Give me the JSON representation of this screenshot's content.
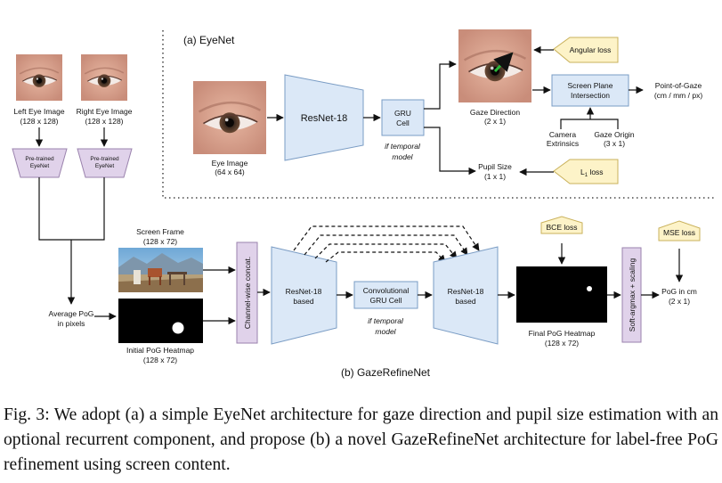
{
  "eyenet": {
    "section_label": "(a) EyeNet",
    "eye_image_label_1": "Eye Image",
    "eye_image_label_2": "(64 x 64)",
    "resnet_label": "ResNet-18",
    "gru_label_1": "GRU",
    "gru_label_2": "Cell",
    "temporal_1": "if temporal",
    "temporal_2": "model",
    "gaze_direction_1": "Gaze Direction",
    "gaze_direction_2": "(2 x 1)",
    "angular_loss": "Angular loss",
    "screen_plane_1": "Screen Plane",
    "screen_plane_2": "Intersection",
    "pog_1": "Point-of-Gaze",
    "pog_2": "(cm / mm / px)",
    "camera_1": "Camera",
    "camera_2": "Extrinsics",
    "gaze_origin_1": "Gaze Origin",
    "gaze_origin_2": "(3 x 1)",
    "pupil_1": "Pupil Size",
    "pupil_2": "(1 x 1)",
    "l1_loss_main": "L",
    "l1_loss_sub": "1",
    "l1_loss_tail": " loss"
  },
  "left_panel": {
    "left_eye_1": "Left Eye Image",
    "left_eye_2": "(128 x 128)",
    "right_eye_1": "Right Eye Image",
    "right_eye_2": "(128 x 128)",
    "pretrained_1": "Pre-trained",
    "pretrained_2": "EyeNet",
    "avg_pog_1": "Average PoG",
    "avg_pog_2": "in pixels"
  },
  "refine": {
    "section_label": "(b) GazeRefineNet",
    "screen_frame_1": "Screen Frame",
    "screen_frame_2": "(128 x 72)",
    "initial_heatmap_1": "Initial PoG Heatmap",
    "initial_heatmap_2": "(128 x 72)",
    "channel_concat": "Channel-wise concat.",
    "resnet_1": "ResNet-18",
    "resnet_2": "based",
    "conv_gru_1": "Convolutional",
    "conv_gru_2": "GRU Cell",
    "temporal_1": "if temporal",
    "temporal_2": "model",
    "bce_loss": "BCE loss",
    "final_heatmap_1": "Final PoG Heatmap",
    "final_heatmap_2": "(128 x 72)",
    "softargmax": "Soft-argmax + scaling",
    "mse_loss": "MSE loss",
    "pog_cm_1": "PoG in cm",
    "pog_cm_2": "(2 x 1)"
  },
  "caption": "Fig. 3: We adopt (a) a simple EyeNet architecture for gaze direction and pupil size estimation with an optional recurrent component, and propose (b) a novel GazeRefineNet architecture for label-free PoG refinement using screen content.",
  "colors": {
    "network_blue": "#dbe8f7",
    "network_border": "#7a9cc4",
    "pretrained_purple": "#e0d2ea",
    "pretrained_border": "#9a82ad",
    "loss_yellow": "#fdf3c8",
    "loss_border": "#c9b15b"
  }
}
